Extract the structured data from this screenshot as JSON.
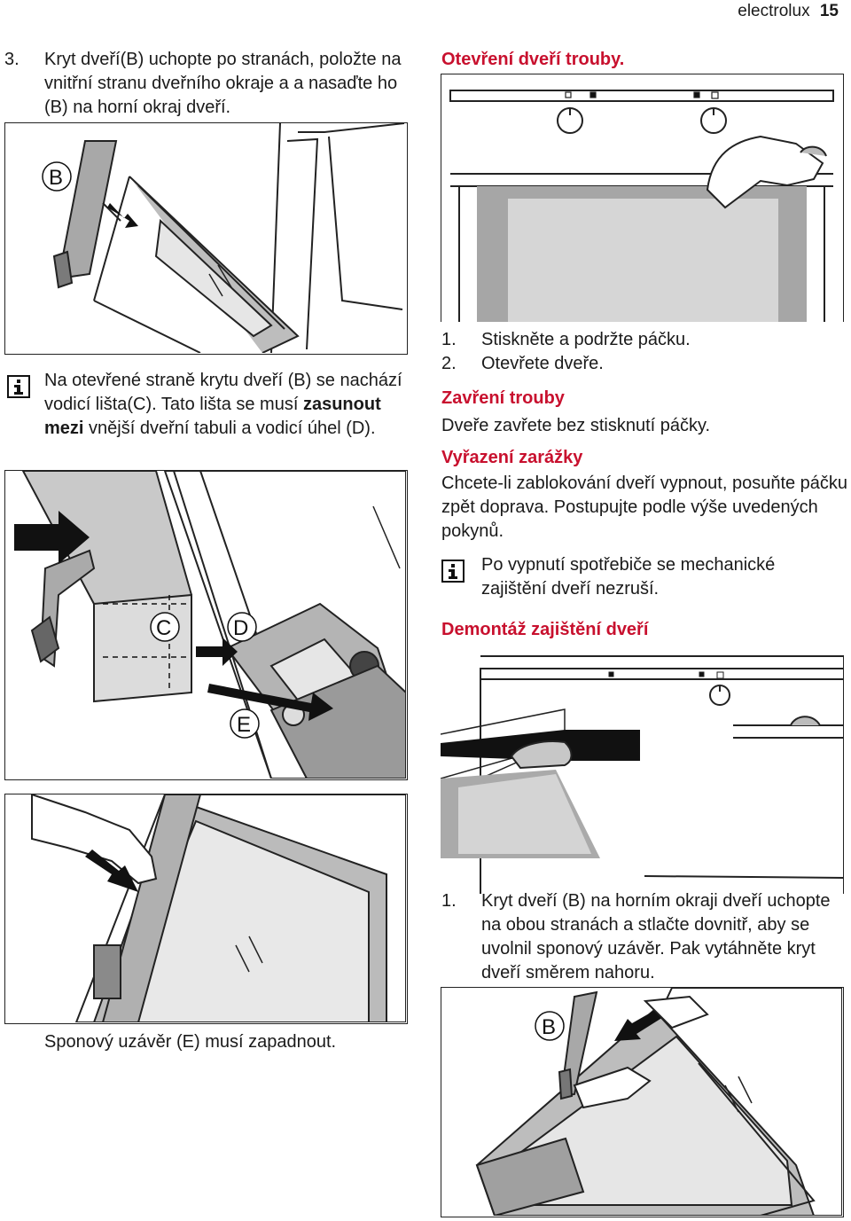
{
  "header": {
    "brand": "electrolux",
    "page_number": "15"
  },
  "left": {
    "step3_number": "3.",
    "step3_text": "Kryt dveří(B) uchopte po stranách, položte na vnitřní stranu dveřního okraje a a nasaďte ho (B) na horní okraj dveří.",
    "fig1_label_b": "B",
    "info1_text_a": "Na otevřené straně krytu dveří (B) se nachází vodicí lišta(C). Tato lišta se musí ",
    "info1_text_bold": "zasunout mezi",
    "info1_text_b": " vnější dveřní tabuli a vodicí úhel (D).",
    "fig2_label_c": "C",
    "fig2_label_d": "D",
    "fig2_label_e": "E",
    "caption": "Sponový uzávěr (E) musí zapadnout."
  },
  "right": {
    "heading_open": "Otevření dveří trouby.",
    "open_steps": [
      {
        "n": "1.",
        "text": "Stiskněte a podržte páčku."
      },
      {
        "n": "2.",
        "text": "Otevřete dveře."
      }
    ],
    "heading_close": "Zavření trouby",
    "close_text": "Dveře zavřete bez stisknutí páčky.",
    "heading_disable": "Vyřazení zarážky",
    "disable_text": "Chcete-li zablokování dveří vypnout, posuňte páčku zpět doprava. Postupujte podle výše uvedených pokynů.",
    "info2_text": "Po vypnutí spotřebiče se mechanické zajištění dveří nezruší.",
    "heading_removal": "Demontáž zajištění dveří",
    "removal_step_n": "1.",
    "removal_step_text": "Kryt dveří (B) na horním okraji dveří uchopte na obou stranách a stlačte dovnitř, aby se uvolnil sponový uzávěr. Pak vytáhněte kryt dveří směrem nahoru.",
    "fig_bottom_label_b": "B"
  },
  "colors": {
    "accent": "#c8102e",
    "text": "#1a1a1a",
    "figure_gray": "#9a9a9a"
  }
}
